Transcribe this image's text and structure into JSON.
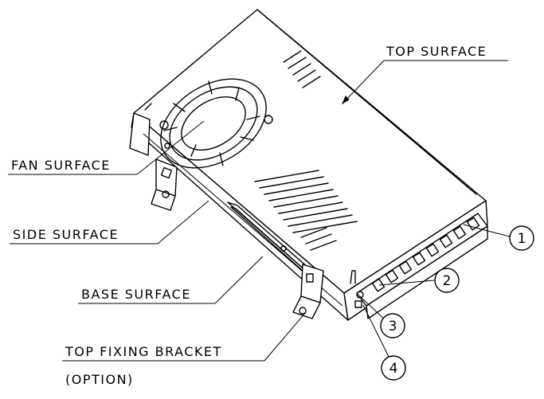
{
  "labels": {
    "top_surface": "TOP SURFACE",
    "fan_surface": "FAN SURFACE",
    "side_surface": "SIDE SURFACE",
    "base_surface": "BASE SURFACE",
    "top_fixing_bracket": "TOP FIXING BRACKET",
    "option": "(OPTION)"
  },
  "callouts": [
    "1",
    "2",
    "3",
    "4"
  ]
}
